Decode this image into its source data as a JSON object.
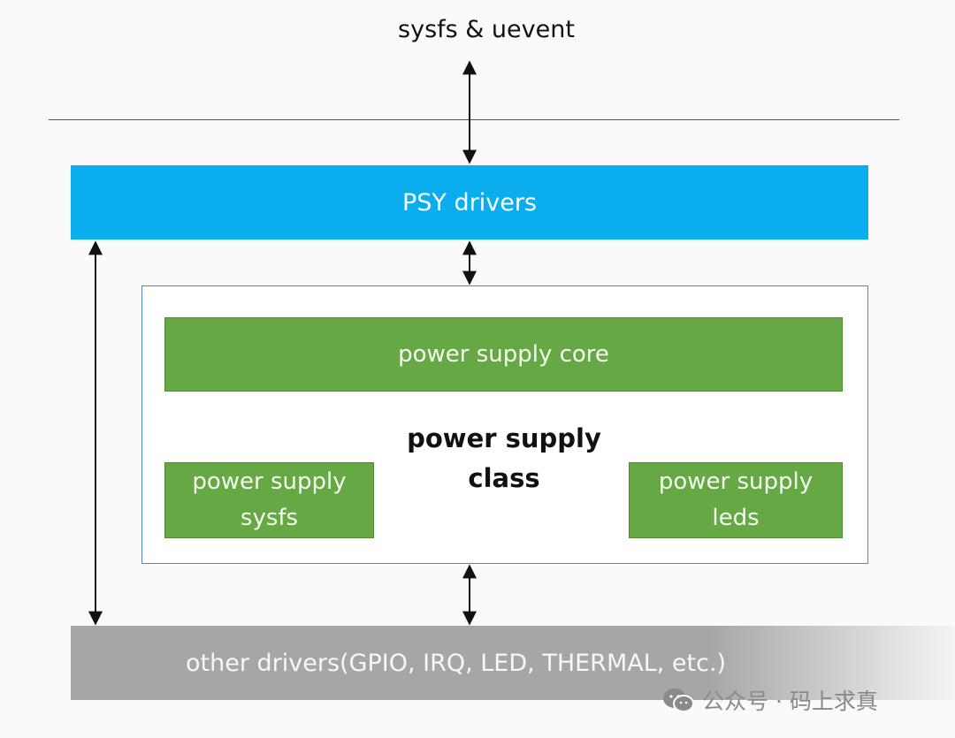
{
  "top_label": "sysfs & uevent",
  "psy_drivers": "PSY drivers",
  "power_supply_class": {
    "label_line1": "power supply",
    "label_line2": "class",
    "core": "power supply core",
    "sysfs_line1": "power supply",
    "sysfs_line2": "sysfs",
    "leds_line1": "power supply",
    "leds_line2": "leds"
  },
  "other_drivers": "other drivers(GPIO, IRQ, LED, THERMAL, etc.)",
  "watermark": "公众号 · 码上求真",
  "colors": {
    "psy_blue": "#0aaeef",
    "green": "#66a843",
    "gray": "#a6a6a6",
    "class_border": "#4f86c6"
  },
  "icons": [
    "wechat-icon"
  ]
}
